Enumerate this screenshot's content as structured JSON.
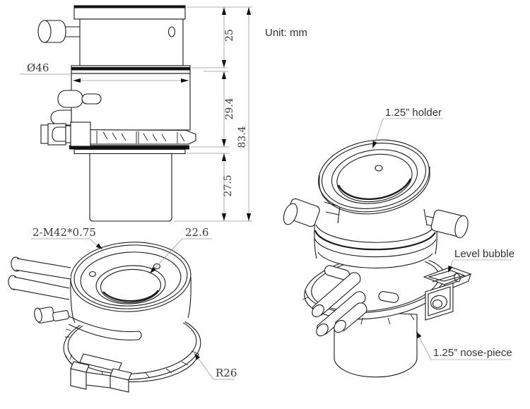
{
  "drawing": {
    "unit_note": "Unit: mm",
    "side_view": {
      "dim_top_section": "25",
      "dim_mid_section": "29.4",
      "dim_nose_section": "27.5",
      "dim_total_height": "83.4",
      "dim_diameter": "Ø46"
    },
    "bottom_view": {
      "thread_spec": "2-M42*0.75",
      "dim_hole_offset": "22.6",
      "dim_radius": "R26"
    },
    "iso_view": {
      "label_holder": "1.25” holder",
      "label_level_bubble": "Level bubble",
      "label_nose_piece": "1.25” nose-piece"
    }
  },
  "colors": {
    "background": "#ffffff",
    "part_line": "#1b1b1b",
    "dim_line": "#999999",
    "arrow": "#111111",
    "text": "#333333"
  }
}
